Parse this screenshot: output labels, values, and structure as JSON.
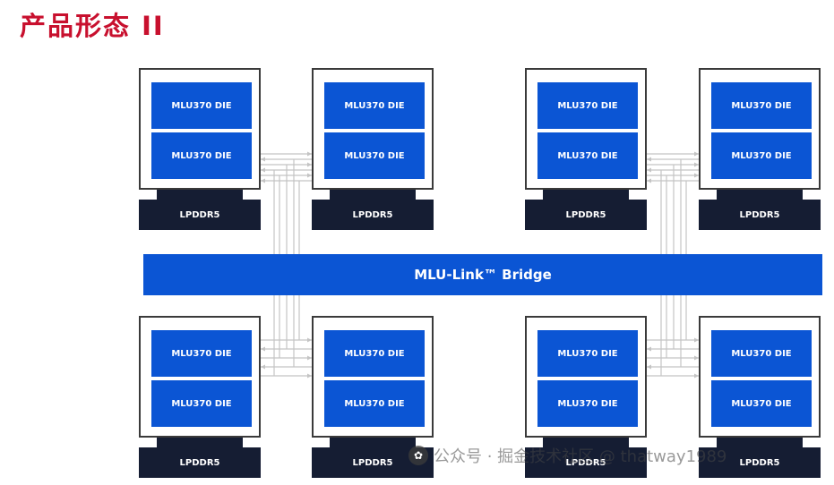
{
  "title": "产品形态 II",
  "die_label": "MLU370 DIE",
  "memory_label": "LPDDR5",
  "bridge_label": "MLU-Link™ Bridge",
  "watermark": {
    "logo": "✿",
    "text": "公众号 · 掘金技术社区 @ thatway1989"
  },
  "colors": {
    "title": "#c8102e",
    "die": "#0b55d4",
    "memory": "#151d33",
    "bridge": "#0b55d4",
    "link": "#bfbfbf"
  },
  "modules": [
    "module-1",
    "module-2",
    "module-3",
    "module-4",
    "module-5",
    "module-6",
    "module-7",
    "module-8"
  ]
}
